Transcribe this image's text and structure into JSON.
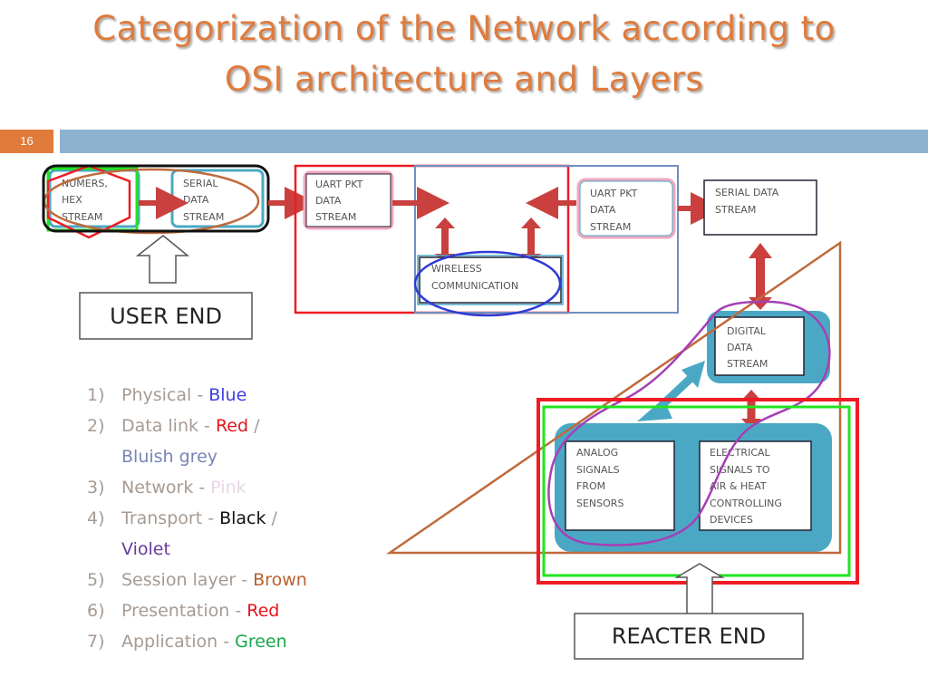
{
  "slide": {
    "title_line1": "Categorization of the Network according to",
    "title_line2": "OSI architecture and Layers",
    "number": "16",
    "accent_color": "#e07b3c",
    "bar_color": "#8fb1d0"
  },
  "diagram": {
    "boxes": {
      "numbers_hex": [
        "NUMERS,",
        "HEX",
        "STREAM"
      ],
      "serial_left": [
        "SERIAL",
        "DATA",
        "STREAM"
      ],
      "uart_left": [
        "UART  PKT",
        "DATA",
        "STREAM"
      ],
      "wireless": [
        "WIRELESS",
        "COMMUNICATION"
      ],
      "uart_right": [
        "UART PKT",
        "DATA",
        "STREAM"
      ],
      "serial_right": [
        "SERIAL DATA",
        "STREAM"
      ],
      "digital": [
        "DIGITAL",
        "DATA",
        "STREAM"
      ],
      "analog": [
        "ANALOG",
        "SIGNALS",
        "FROM",
        "SENSORS"
      ],
      "electrical": [
        "ELECTRICAL",
        "SIGNALS TO",
        "AIR & HEAT",
        "CONTROLLING",
        "DEVICES"
      ]
    },
    "user_end": "USER END",
    "reacter_end": "REACTER END",
    "colors": {
      "physical": "#2e3bd6",
      "data_link_red": "#ee1c24",
      "data_link_grey": "#6f8fbf",
      "network_pink": "#f2a7c0",
      "transport_black": "#111111",
      "transport_violet": "#a63fb5",
      "session_brown": "#c06a3d",
      "presentation_red": "#ee1c24",
      "application_green": "#1ee51e",
      "box_teal": "#4aa8c4",
      "arrow_red": "#c9403e"
    }
  },
  "legend": [
    {
      "num": "1)",
      "label": "Physical - ",
      "color_name": "Blue",
      "color": "#3b3fe0"
    },
    {
      "num": "2)",
      "label": "Data link - ",
      "color_name": "Red",
      "color": "#e8141c",
      "sep": " /",
      "cont_name": "Bluish grey",
      "cont_color": "#7785b3"
    },
    {
      "num": "3)",
      "label": "Network - ",
      "color_name": "Pink",
      "color": "#ead6e6"
    },
    {
      "num": "4)",
      "label": "Transport - ",
      "color_name": "Black",
      "color": "#111111",
      "sep": " /",
      "cont_name": "Violet",
      "cont_color": "#6b3a9a"
    },
    {
      "num": "5)",
      "label": "Session layer - ",
      "color_name": "Brown",
      "color": "#b8612e"
    },
    {
      "num": "6)",
      "label": "Presentation - ",
      "color_name": "Red",
      "color": "#e8141c"
    },
    {
      "num": "7)",
      "label": "Application - ",
      "color_name": "Green",
      "color": "#18a84a"
    }
  ]
}
